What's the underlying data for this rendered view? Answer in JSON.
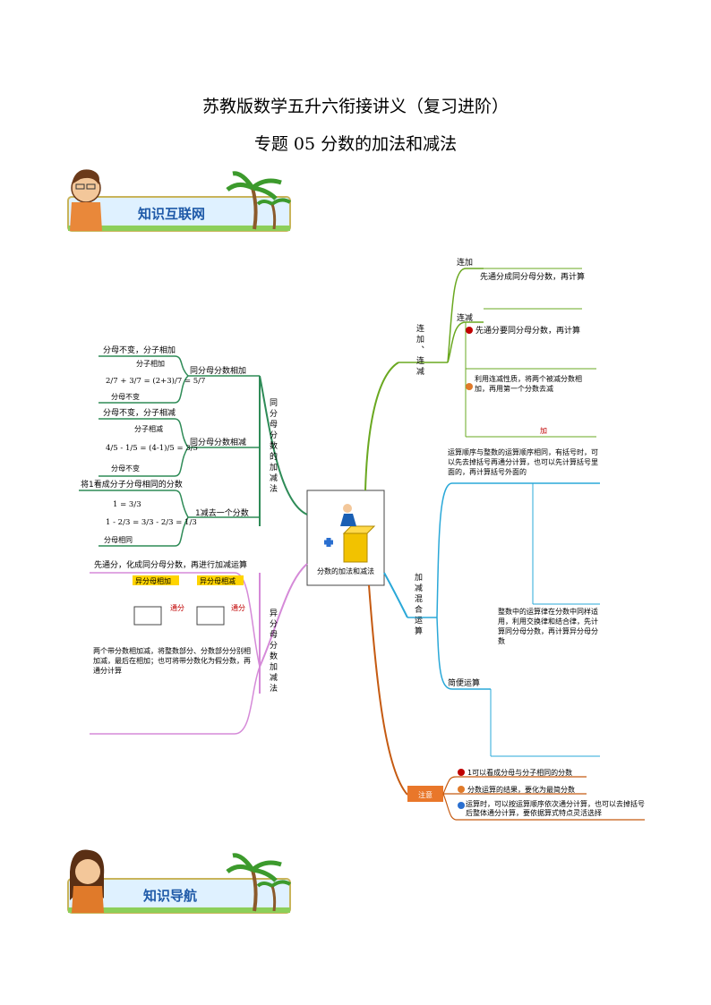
{
  "doc": {
    "title": "苏教版数学五升六衔接讲义（复习进阶）",
    "subtitle": "专题 05  分数的加法和减法"
  },
  "banners": {
    "top": "知识互联网",
    "bottom": "知识导航"
  },
  "center": {
    "label": "分数的加法和减法"
  },
  "left": {
    "same_denom": {
      "label": "同分母分数的加减法",
      "add": {
        "branch": "同分母分数相加",
        "rule": "分母不变，分子相加",
        "top_note": "分子相加",
        "bottom_note": "分母不变",
        "expr": "2/7 + 3/7 = (2+3)/7 = 5/7"
      },
      "sub": {
        "branch": "同分母分数相减",
        "rule": "分母不变，分子相减",
        "top_note": "分子相减",
        "bottom_note": "分母不变",
        "expr": "4/5 - 1/5 = (4-1)/5 = 3/5"
      },
      "one": {
        "branch": "1减去一个分数",
        "rule": "将1看成分子分母相同的分数",
        "eq1": "1 = 3/3",
        "eq2": "1 - 2/3 = 3/3 - 2/3 = 1/3",
        "note": "分母相同"
      }
    },
    "diff_denom": {
      "label": "异分母分数加减法",
      "rule": "先通分，化成同分母分数，再进行加减运算",
      "tag_add": "异分母相加",
      "tag_sub": "异分母相减",
      "tongfen": "通分",
      "mixed_rule": "两个带分数相加减，将整数部分、分数部分分别相加减，最后在相加；也可将带分数化为假分数，再通分计算"
    }
  },
  "right": {
    "lian": {
      "label": "连加、连减",
      "add_title": "连加",
      "add_rule": "先通分成同分母分数，再计算",
      "sub_title": "连减",
      "sub_rule1": "先通分要同分母分数，再计算",
      "sub_rule2": "利用连减性质，将两个被减分数相加，再用第一个分数去减",
      "plus_note": "加"
    },
    "mixed": {
      "label": "加减混合运算",
      "order_rule": "运算顺序与整数的运算顺序相同，有括号时，可以先去掉括号再通分计算，也可以先计算括号里面的，再计算括号外面的",
      "law_rule": "整数中的运算律在分数中同样适用，利用交换律和结合律，先计算同分母分数，再计算异分母分数",
      "simple": "简便运算"
    },
    "notes": {
      "label": "注意",
      "items": [
        "1可以看成分母与分子相同的分数",
        "分数运算的结果，要化为最简分数",
        "运算时，可以按运算顺序依次通分计算，也可以去掉括号后整体通分计算，要依据算式特点灵活选择"
      ]
    }
  }
}
